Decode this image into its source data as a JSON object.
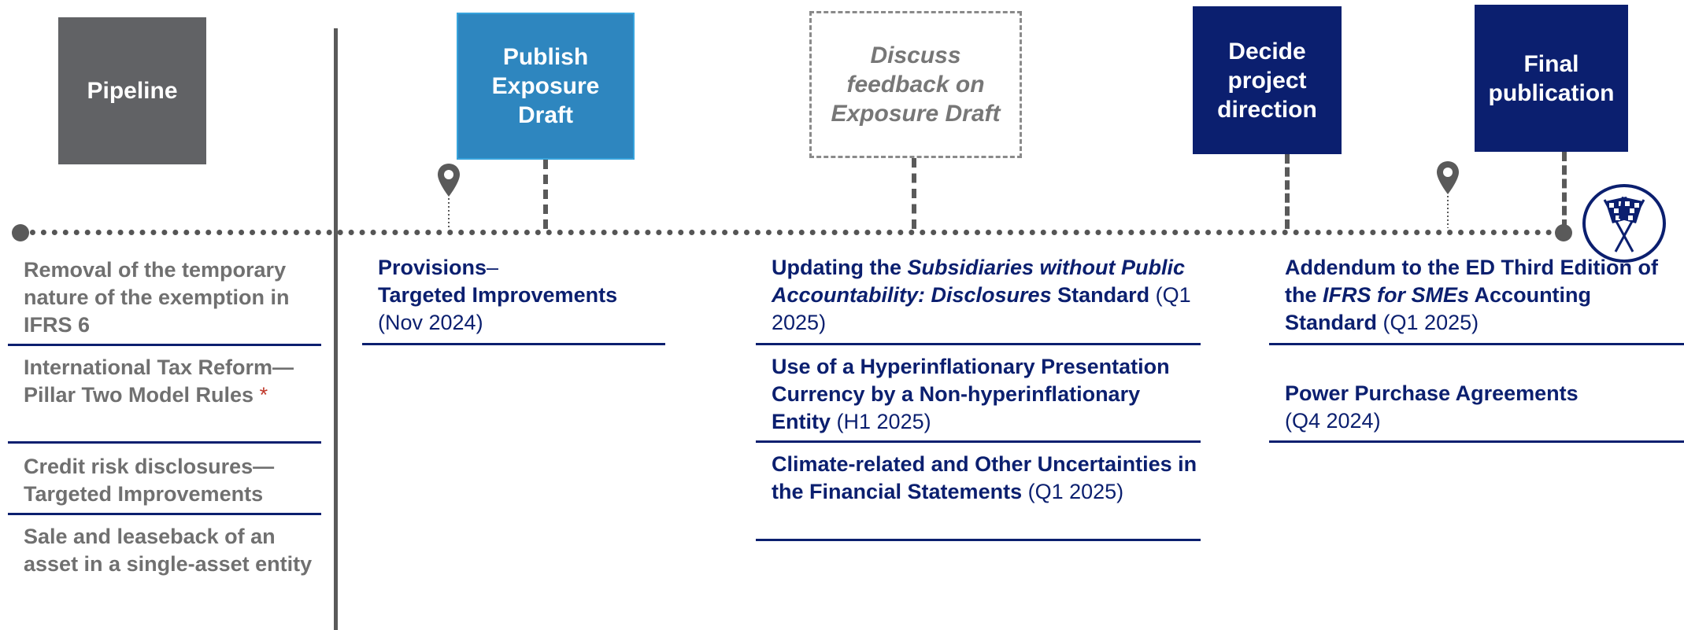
{
  "stages": {
    "pipeline": "Pipeline",
    "publish": "Publish\nExposure\nDraft",
    "discuss": "Discuss\nfeedback on\nExposure Draft",
    "decide": "Decide\nproject\ndirection",
    "final": "Final\npublication"
  },
  "colors": {
    "pipeline": "#616265",
    "publish": "#2e86bf",
    "navy": "#0b1f6f",
    "grey_text": "#707070",
    "asterisk": "#c0392b"
  },
  "icons": {
    "location_pin": "location-pin-icon",
    "finish": "checkered-flags-icon"
  },
  "pipeline_items": [
    {
      "text": "Removal of the temporary nature of the exemption in IFRS 6"
    },
    {
      "text": "International Tax Reform—Pillar Two Model Rules",
      "mark": "*"
    },
    {
      "text": "Credit risk disclosures—Targeted Improvements"
    },
    {
      "text": "Sale and leaseback of an asset in a single-asset entity"
    }
  ],
  "publish_items": [
    {
      "title_a": "Provisions",
      "dash": "–",
      "title_b": "Targeted Improvements",
      "date": "(Nov 2024)"
    }
  ],
  "discuss_items": [
    {
      "pre": "Updating the ",
      "italic": "Subsidiaries without Public Accountability: Disclosures",
      "post": " Standard",
      "date": "(Q1 2025)"
    },
    {
      "title": "Use of a Hyperinflationary Presentation Currency by a Non-hyperinflationary Entity",
      "date": "(H1 2025)"
    },
    {
      "title": "Climate-related and Other Uncertainties in the Financial Statements",
      "date": "(Q1 2025)"
    }
  ],
  "decide_items": [
    {
      "pre": "Addendum to the ED Third Edition of the ",
      "italic": "IFRS for SMEs",
      "post": " Accounting Standard",
      "date": "(Q1 2025)"
    },
    {
      "title": "Power Purchase Agreements",
      "date": "(Q4 2024)"
    }
  ]
}
